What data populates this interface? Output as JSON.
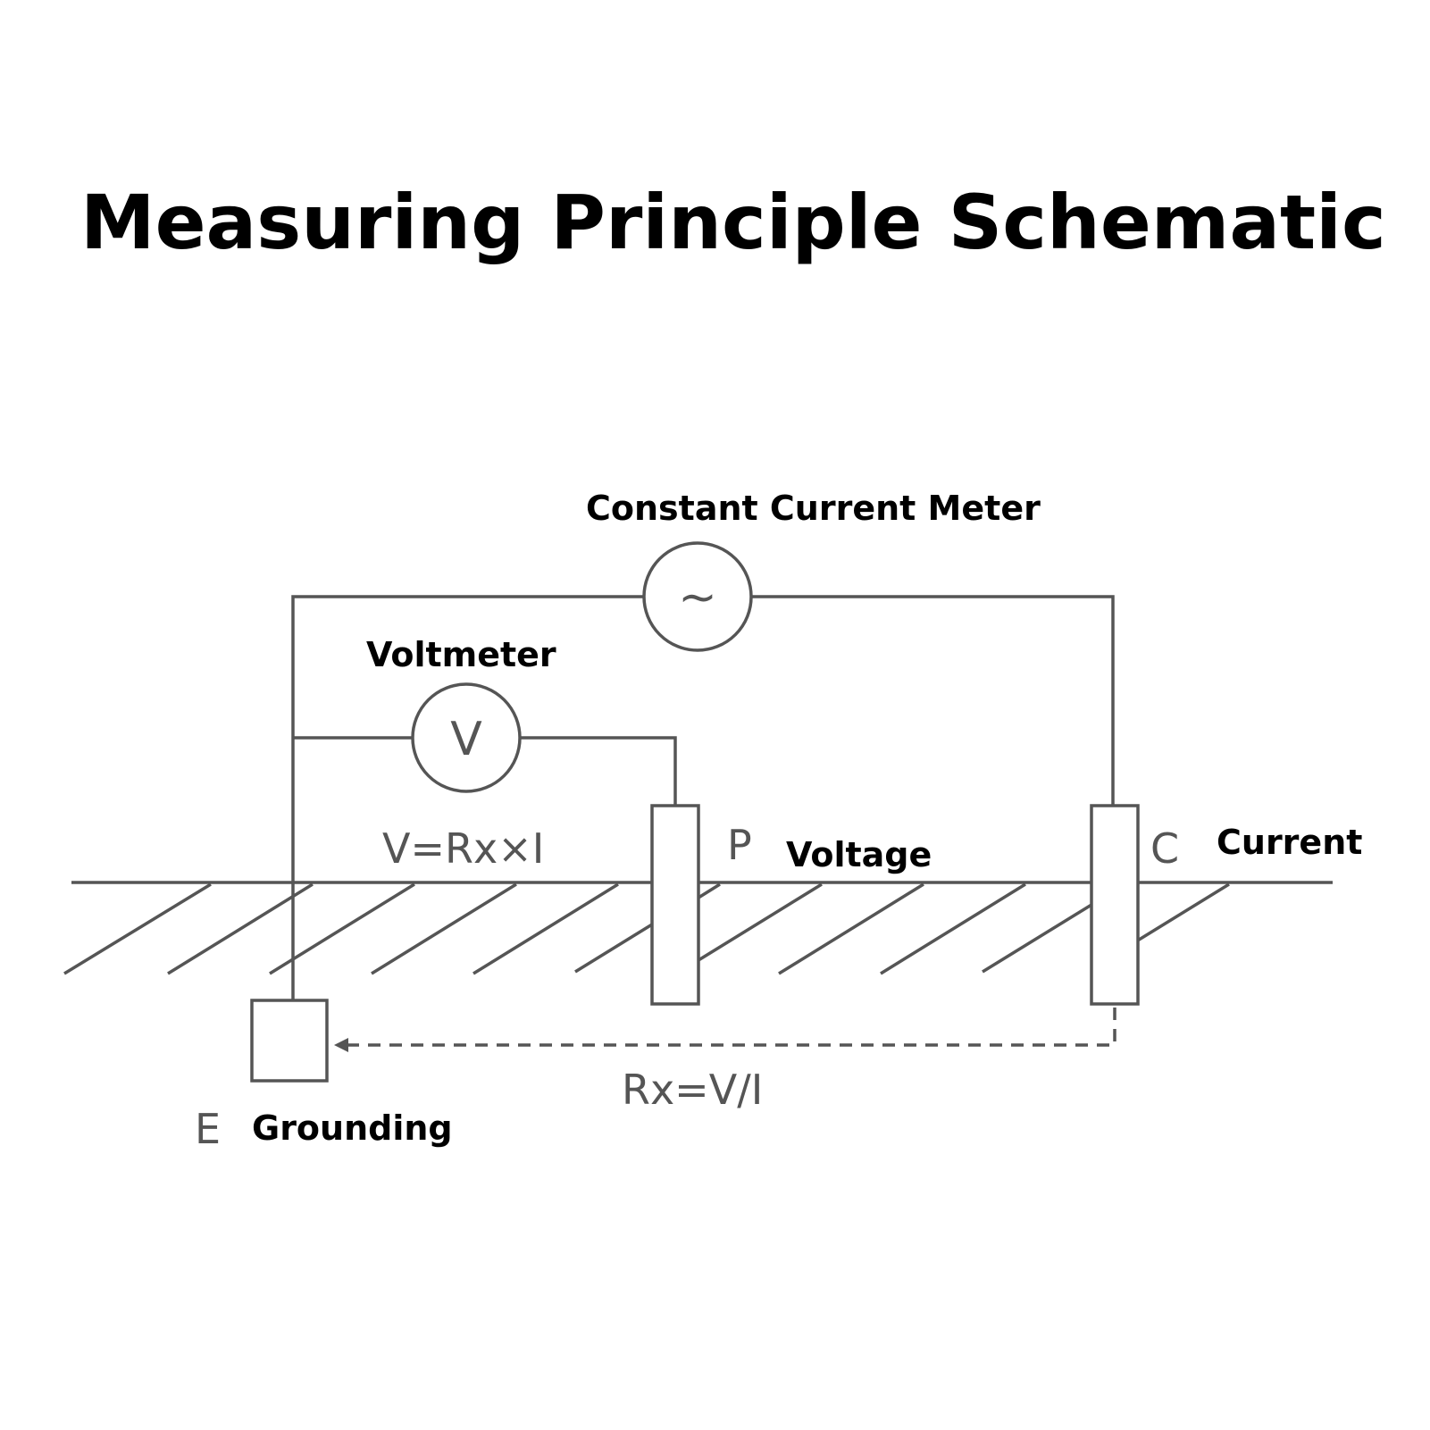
{
  "title": "Measuring Principle Schematic",
  "labels": {
    "constant_current_meter": "Constant Current Meter",
    "voltmeter": "Voltmeter",
    "voltage": "Voltage",
    "current": "Current",
    "grounding": "Grounding"
  },
  "symbols": {
    "ac_source": "~",
    "voltmeter": "V",
    "electrode_p": "P",
    "electrode_c": "C",
    "electrode_e": "E"
  },
  "formulas": {
    "voltage_eq": "V=Rx×I",
    "resistance_eq": "Rx=V/I"
  },
  "colors": {
    "line": "#555555",
    "text": "#000000"
  }
}
